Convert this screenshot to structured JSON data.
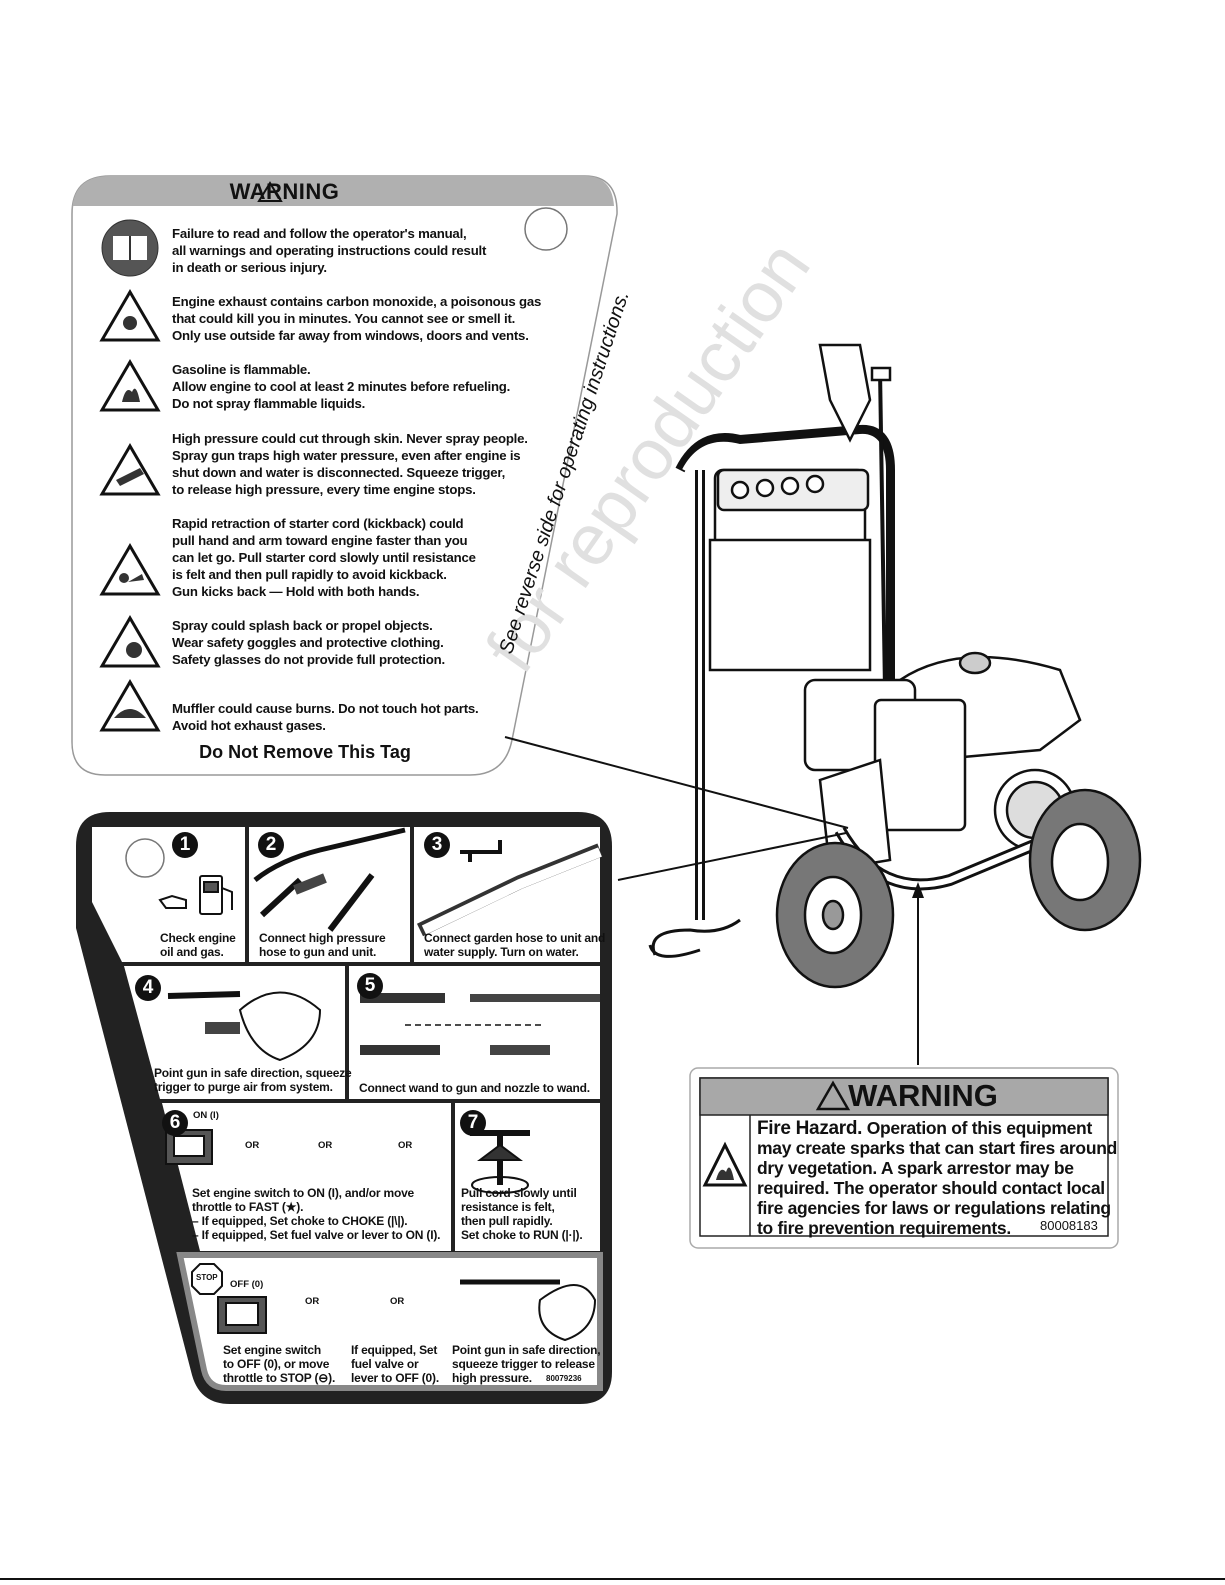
{
  "tag": {
    "title": "WARNING",
    "warnings": [
      [
        "Failure to read and follow the operator's manual,",
        "all warnings and operating instructions could result",
        "in death or serious injury."
      ],
      [
        "Engine exhaust contains carbon monoxide, a poisonous gas",
        "that could kill you in minutes. You cannot see or smell it.",
        "Only use outside far away from windows, doors and vents."
      ],
      [
        "Gasoline is flammable.",
        "Allow engine to cool at least 2 minutes before refueling.",
        "Do not spray flammable liquids."
      ],
      [
        "High pressure could cut through skin. Never spray people.",
        "Spray gun traps high water pressure, even after engine is",
        "shut down and water is disconnected. Squeeze trigger,",
        "to release high pressure, every time engine stops."
      ],
      [
        "Rapid retraction of starter cord (kickback) could",
        "pull hand and arm toward engine faster than you",
        "can let go. Pull starter cord slowly until resistance",
        "is felt and then pull rapidly to avoid kickback.",
        "Gun kicks back — Hold with both hands."
      ],
      [
        "Spray could splash back or propel objects.",
        "Wear safety goggles and protective clothing.",
        "Safety glasses do not provide full protection."
      ],
      [
        "Muffler could cause burns. Do not touch hot parts.",
        "Avoid hot exhaust gases."
      ]
    ],
    "icons": [
      "manual-icon",
      "exhaust-hazard-icon",
      "flame-hazard-icon",
      "high-pressure-spray-icon",
      "kickback-hazard-icon",
      "eye-protection-icon",
      "hot-surface-icon"
    ],
    "footer": "Do Not Remove This Tag",
    "reverse_note": "See reverse side for operating instructions."
  },
  "steps": {
    "s1": {
      "num": "1",
      "caption": [
        "Check engine",
        "oil and gas."
      ]
    },
    "s2": {
      "num": "2",
      "caption": [
        "Connect high pressure",
        "hose to gun and unit."
      ]
    },
    "s3": {
      "num": "3",
      "caption": [
        "Connect garden hose to unit and",
        "water supply. Turn on water."
      ]
    },
    "s4": {
      "num": "4",
      "caption": [
        "Point gun in safe direction, squeeze",
        "trigger to purge air from system."
      ]
    },
    "s5": {
      "num": "5",
      "caption": [
        "Connect wand to gun and nozzle to wand."
      ]
    },
    "s6": {
      "num": "6",
      "on_label": "ON (I)",
      "or": "OR",
      "caption": [
        "Set engine switch to ON (I), and/or move",
        "throttle to FAST (★).",
        "– If equipped, Set choke to CHOKE (|\\|).",
        "– If equipped, Set fuel valve or lever to ON (I)."
      ]
    },
    "s7": {
      "num": "7",
      "caption": [
        "Pull cord slowly until",
        "resistance is felt,",
        "then pull rapidly.",
        "Set choke to RUN (|·|)."
      ]
    },
    "stop": {
      "stop_label": "STOP",
      "off_label": "OFF (0)",
      "or": "OR",
      "captions": [
        [
          "Set engine switch",
          "to OFF (0), or move",
          "throttle to STOP (⊖)."
        ],
        [
          "If equipped, Set",
          "fuel valve or",
          "lever to OFF (0)."
        ],
        [
          "Point gun in safe direction,",
          "squeeze trigger to release",
          "high pressure."
        ]
      ],
      "code": "80079236"
    }
  },
  "fire": {
    "title": "WARNING",
    "lead": "Fire Hazard.",
    "lines": [
      "Operation of this equipment",
      "may create sparks that can start fires around",
      "dry vegetation. A spark arrestor may be",
      "required. The operator should contact local",
      "fire agencies for laws or regulations relating",
      "to fire prevention requirements."
    ],
    "code": "80008183"
  },
  "watermark": "for reproduction"
}
